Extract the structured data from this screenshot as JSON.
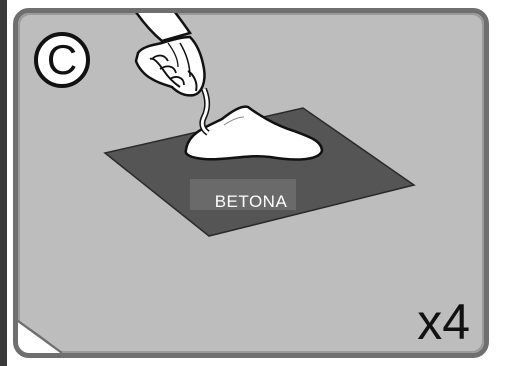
{
  "step": {
    "letter": "C"
  },
  "sheet": {
    "label": "BETONA"
  },
  "quantity": {
    "label": "x4"
  },
  "colors": {
    "panel_background": "#bdbdbd",
    "panel_border": "#6f6f6f",
    "sheet": "#555555",
    "concrete": "#ffffff"
  },
  "icons": [
    "hand-with-trowel-icon",
    "concrete-pile-icon",
    "corner-fold-icon"
  ]
}
